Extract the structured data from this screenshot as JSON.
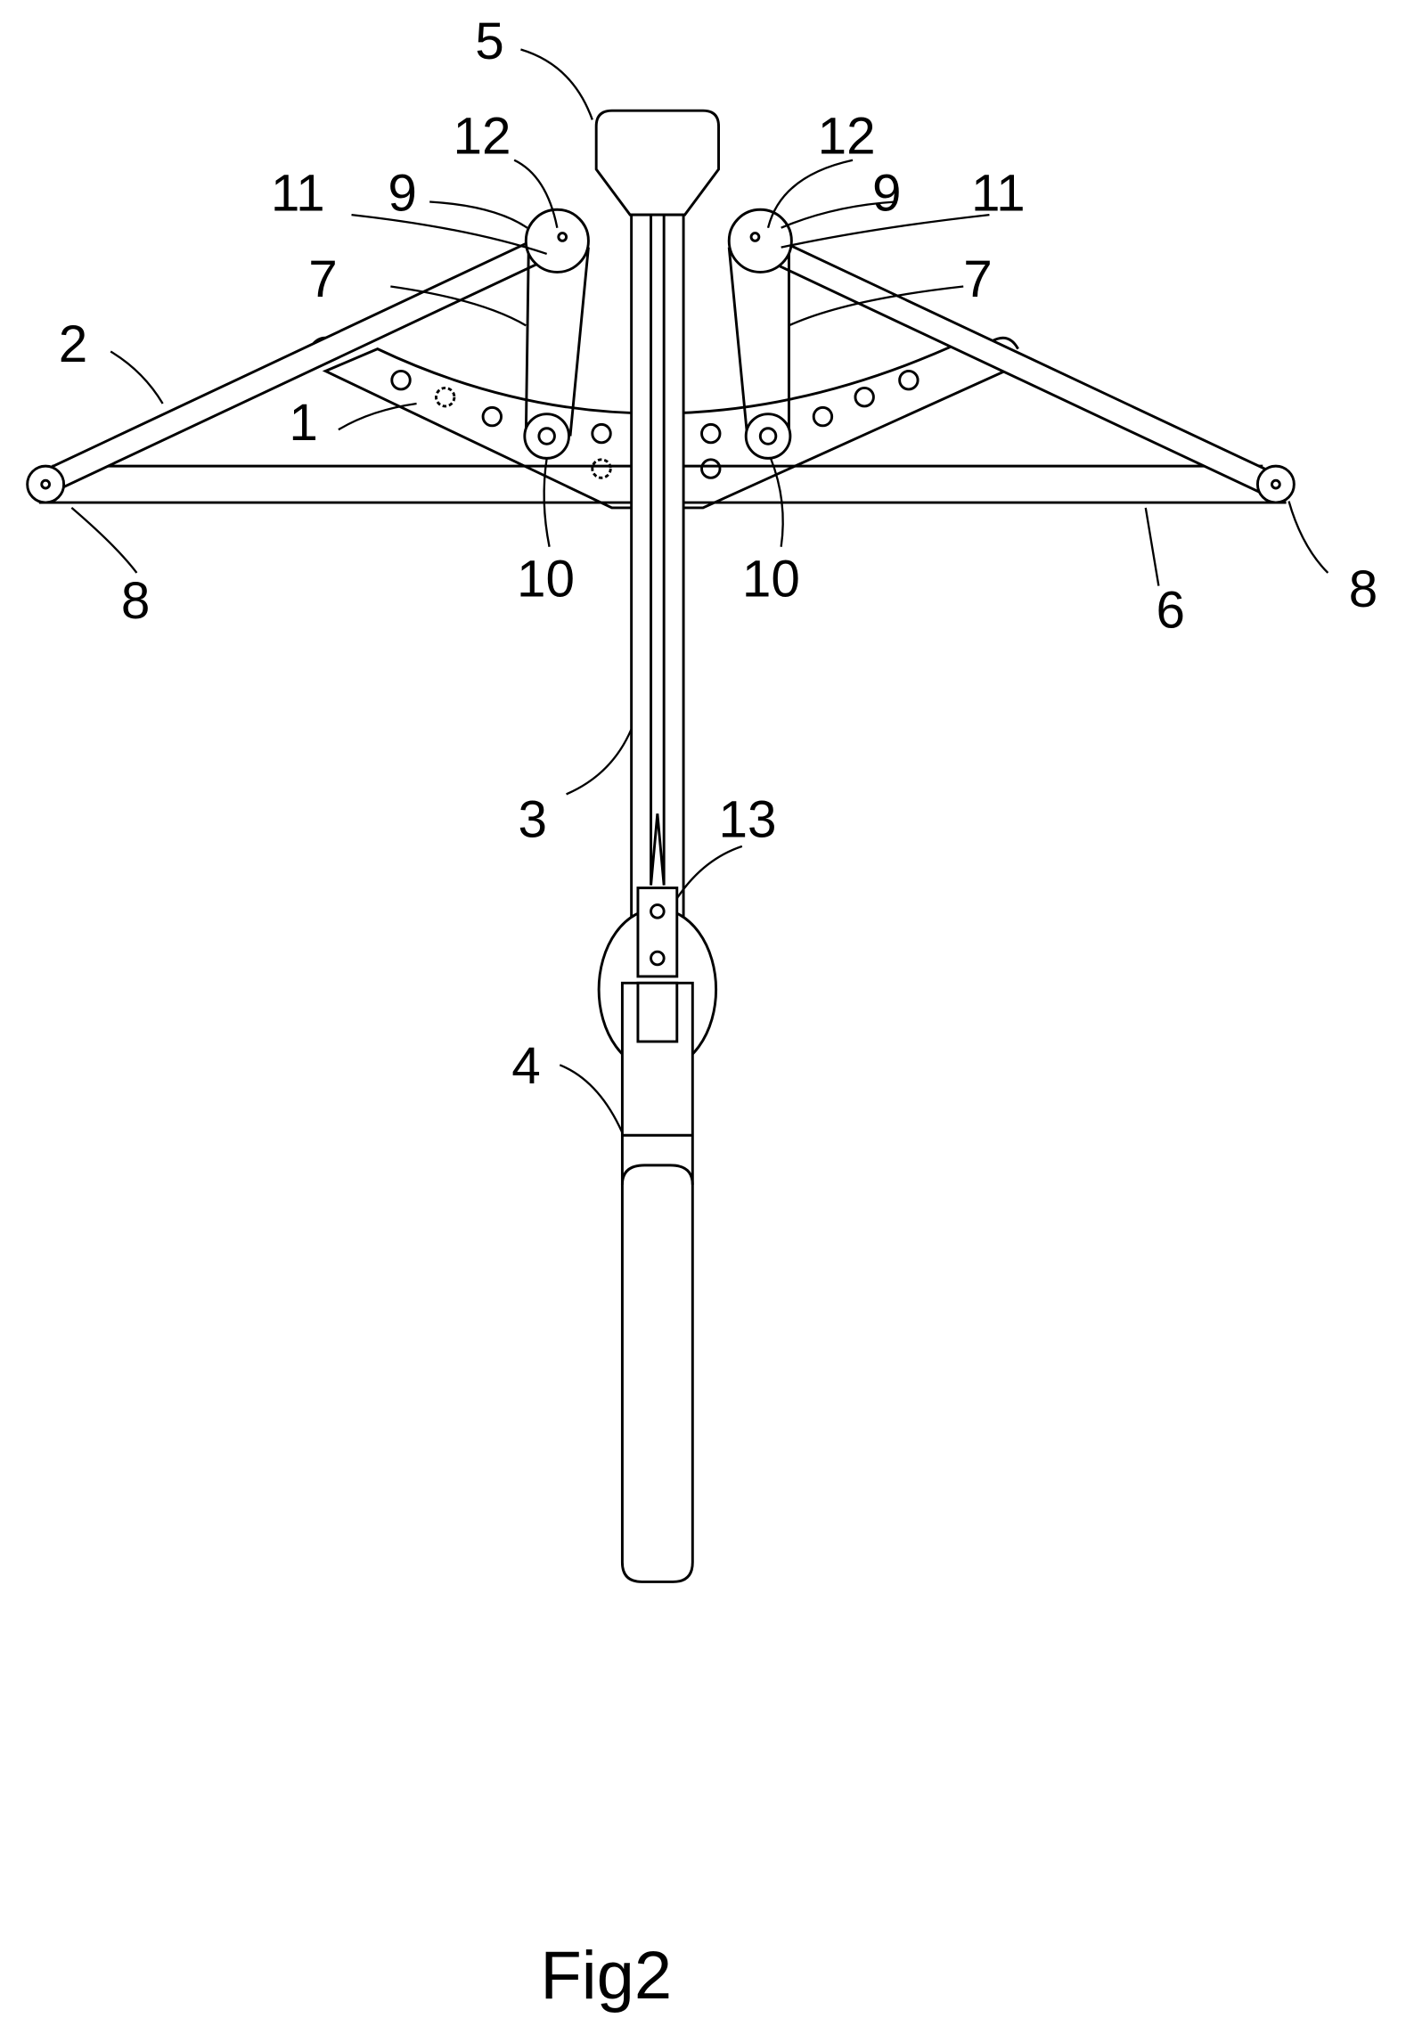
{
  "figure": {
    "caption": "Fig2",
    "labels": {
      "riser": "1",
      "limb_left": "2",
      "rail": "3",
      "handle": "4",
      "stock_head": "5",
      "string": "6",
      "cable_left": "7",
      "cable_right": "7",
      "wheel_left": "8",
      "wheel_right": "8",
      "pulley_left": "9",
      "pulley_right": "9",
      "cam_left": "10",
      "cam_right": "10",
      "pin_left": "11",
      "pin_right": "11",
      "axle_left": "12",
      "axle_right": "12",
      "latch": "13"
    }
  }
}
